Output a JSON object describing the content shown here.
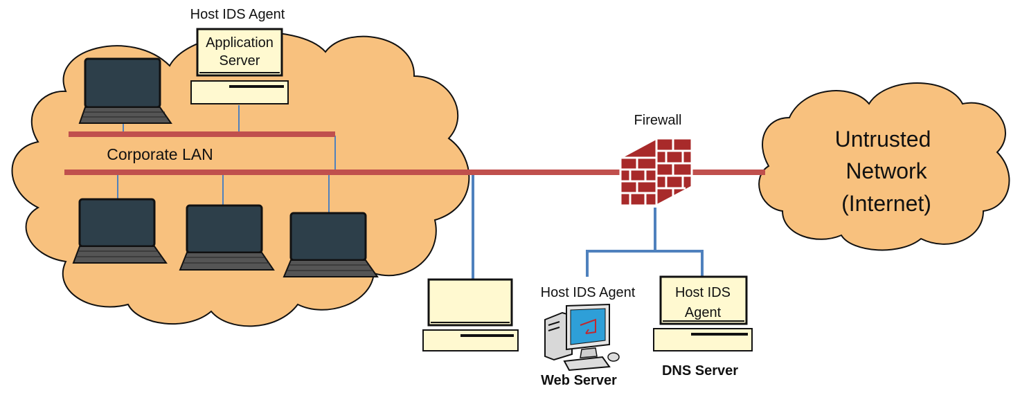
{
  "labels": {
    "app_server_agent": "Host IDS Agent",
    "app_server_line1": "Application",
    "app_server_line2": "Server",
    "corporate_lan": "Corporate LAN",
    "firewall": "Firewall",
    "untrusted_line1": "Untrusted",
    "untrusted_line2": "Network",
    "untrusted_line3": "(Internet)",
    "web_server_agent": "Host IDS Agent",
    "web_server": "Web Server",
    "dns_agent_line1": "Host IDS",
    "dns_agent_line2": "Agent",
    "dns_server": "DNS Server"
  },
  "colors": {
    "cloud_fill": "#f8c17e",
    "cloud_stroke": "#111111",
    "lan_line": "#c0504d",
    "drop_line": "#4f81bd",
    "screen_fill": "#fff9d0",
    "laptop_screen": "#2d3f4a",
    "brick": "#a82a2a",
    "mortar": "#ffffff"
  }
}
